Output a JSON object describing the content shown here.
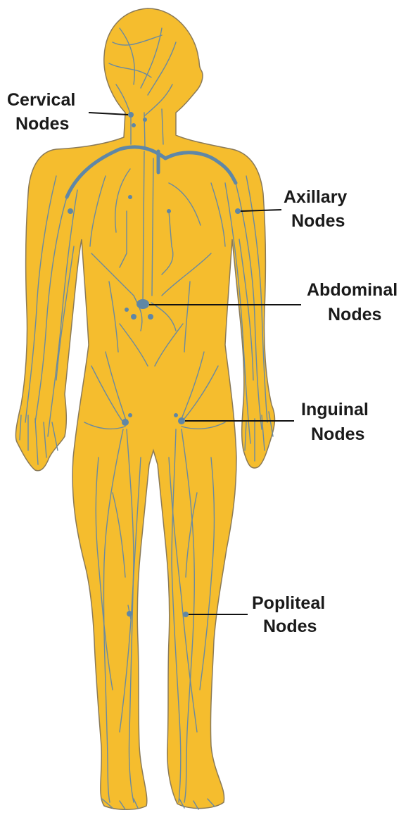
{
  "colors": {
    "body_fill": "#f5bd2e",
    "body_outline": "#8a7a58",
    "lymph_vessel": "#6a8aa0",
    "major_duct": "#5f87a6",
    "label_text": "#1a1a1a",
    "pointer_line": "#111111"
  },
  "labels": [
    {
      "key": "cervical",
      "line1": "Cervical",
      "line2": "Nodes"
    },
    {
      "key": "axillary",
      "line1": "Axillary",
      "line2": "Nodes"
    },
    {
      "key": "abdominal",
      "line1": "Abdominal",
      "line2": "Nodes"
    },
    {
      "key": "inguinal",
      "line1": "Inguinal",
      "line2": "Nodes"
    },
    {
      "key": "popliteal",
      "line1": "Popliteal",
      "line2": "Nodes"
    }
  ]
}
